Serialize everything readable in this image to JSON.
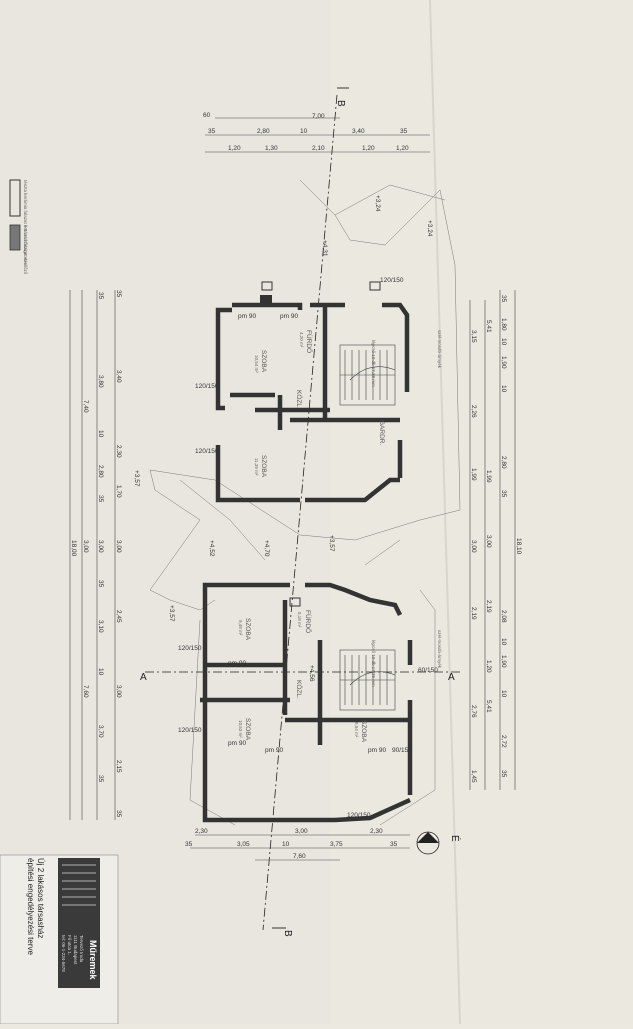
{
  "title_block": {
    "company": "Műremek",
    "company_sub": [
      "Tervező Iroda",
      "1111 Budapest",
      "Fő utca 1.",
      "tel: 06-1-234-5678"
    ],
    "project_title": [
      "Új 2 lakásos társasház",
      "építési engedélyezési terve"
    ]
  },
  "legend": {
    "items": [
      "tészta kerámia falazat + 5 cm hőszigetelés",
      "kerámia falazat",
      "szellőző"
    ]
  },
  "section_marks": {
    "a": "A",
    "b": "B"
  },
  "north": {
    "label": "É"
  },
  "top_dims": {
    "row1": [
      "60",
      "35",
      "2,80",
      "10",
      "3,40",
      "35"
    ],
    "row2": [
      "1,20",
      "1,30",
      "2,10",
      "1,20",
      "1,20"
    ],
    "row3": [
      "7,00"
    ]
  },
  "right_dims": {
    "row1": [
      "35",
      "1,80",
      "10",
      "1,90",
      "10",
      "2,80",
      "35",
      "2,08",
      "10",
      "1,90",
      "10",
      "2,72",
      "35"
    ],
    "row2": [
      "5,41",
      "1,99",
      "3,00",
      "2,19",
      "1,20",
      "5,41"
    ],
    "row3": [
      "3,15",
      "2,26",
      "1,99",
      "3,00",
      "2,19",
      "2,76",
      "1,45"
    ],
    "total": "18,10"
  },
  "left_dims": {
    "row1": [
      "35",
      "3,40",
      "2,30",
      "1,70",
      "3,00",
      "2,45",
      "3,00",
      "2,15",
      "35"
    ],
    "row2": [
      "35",
      "3,80",
      "10",
      "2,80",
      "35",
      "3,00",
      "35",
      "3,10",
      "10",
      "3,70",
      "35"
    ],
    "row3": [
      "7,40",
      "3,00",
      "7,60"
    ],
    "total": "18,00"
  },
  "bottom_dims": {
    "row1": [
      "2,30",
      "3,00",
      "2,30"
    ],
    "row2": [
      "35",
      "3,05",
      "10",
      "3,75",
      "35"
    ],
    "row3": [
      "7,60"
    ]
  },
  "rooms": {
    "szoba_1": "SZOBA",
    "szoba_1_area": "10,54 m²",
    "szoba_2": "SZOBA",
    "szoba_2_area": "11,39 m²",
    "furdo_1": "FÜRDŐ",
    "furdo_1_area": "4,20 m²",
    "kozl_1": "KÖZL.",
    "garda_1": "GARDR.",
    "szoba_3": "SZOBA",
    "szoba_3_area": "9,48 m²",
    "szoba_4": "SZOBA",
    "szoba_4_area": "10,53 m²",
    "furdo_2": "FÜRDŐ",
    "furdo_2_area": "5,18 m²",
    "kozl_2": "KÖZL.",
    "szoba_5": "SZOBA",
    "szoba_5_area": "8,54 m²"
  },
  "elevations": [
    "+3,24",
    "+3,24",
    "+4,31",
    "+3,57",
    "+4,70",
    "+4,52",
    "+3,57",
    "+3,57",
    "+4,56"
  ],
  "openings": {
    "o1": "120/150",
    "o2": "120/150",
    "o3": "120/150",
    "o4": "120/150",
    "o5": "120/150",
    "o6": "120/150",
    "o7": "90/150",
    "o8": "60/150",
    "pm1": "pm 90",
    "pm2": "pm 90",
    "pm3": "pm 90",
    "pm4": "pm 90",
    "pm5": "pm 90",
    "pm6": "pm 90"
  },
  "notes": {
    "n1": "szél-mosdó-árnyék",
    "n2": "szél-mosdó-árnyék",
    "stair1": "lépcső 10 db 17,38 mm",
    "stair2": "lépcső 10 db 17,38 mm"
  }
}
